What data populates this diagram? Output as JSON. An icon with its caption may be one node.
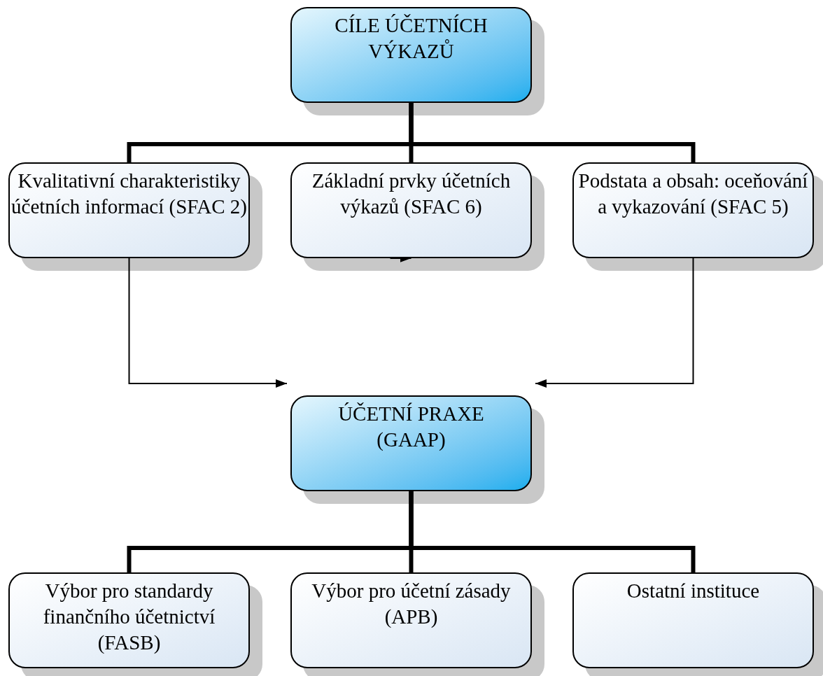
{
  "diagram": {
    "nodes": [
      {
        "text": [
          "CÍLE ÚČETNÍCH VÝKAZŮ"
        ]
      },
      {
        "text": [
          "Kvalitativní charakteristiky účetních informací (SFAC 2)"
        ]
      },
      {
        "text": [
          "Základní prvky účetních výkazů (SFAC 6)"
        ]
      },
      {
        "text": [
          "Podstata a obsah: oceňování a vykazování (SFAC 5)"
        ]
      },
      {
        "text": [
          "ÚČETNÍ PRAXE (GAAP)"
        ]
      },
      {
        "text": [
          "Výbor pro standardy finančního účetnictví (FASB)"
        ]
      },
      {
        "text": [
          "Výbor pro účetní zásady (APB)"
        ]
      },
      {
        "text": [
          "Ostatní instituce"
        ]
      }
    ],
    "edges": [
      {
        "from": 0,
        "to": 1,
        "arrow": "none"
      },
      {
        "from": 0,
        "to": 2,
        "arrow": "none"
      },
      {
        "from": 0,
        "to": 3,
        "arrow": "none"
      },
      {
        "from": 1,
        "to": 4,
        "arrow": "to"
      },
      {
        "from": 3,
        "to": 4,
        "arrow": "to"
      },
      {
        "from": null,
        "to": 2,
        "arrow": "to"
      },
      {
        "from": 4,
        "to": 5,
        "arrow": "none"
      },
      {
        "from": 4,
        "to": 6,
        "arrow": "none"
      },
      {
        "from": 4,
        "to": 7,
        "arrow": "none"
      }
    ]
  }
}
